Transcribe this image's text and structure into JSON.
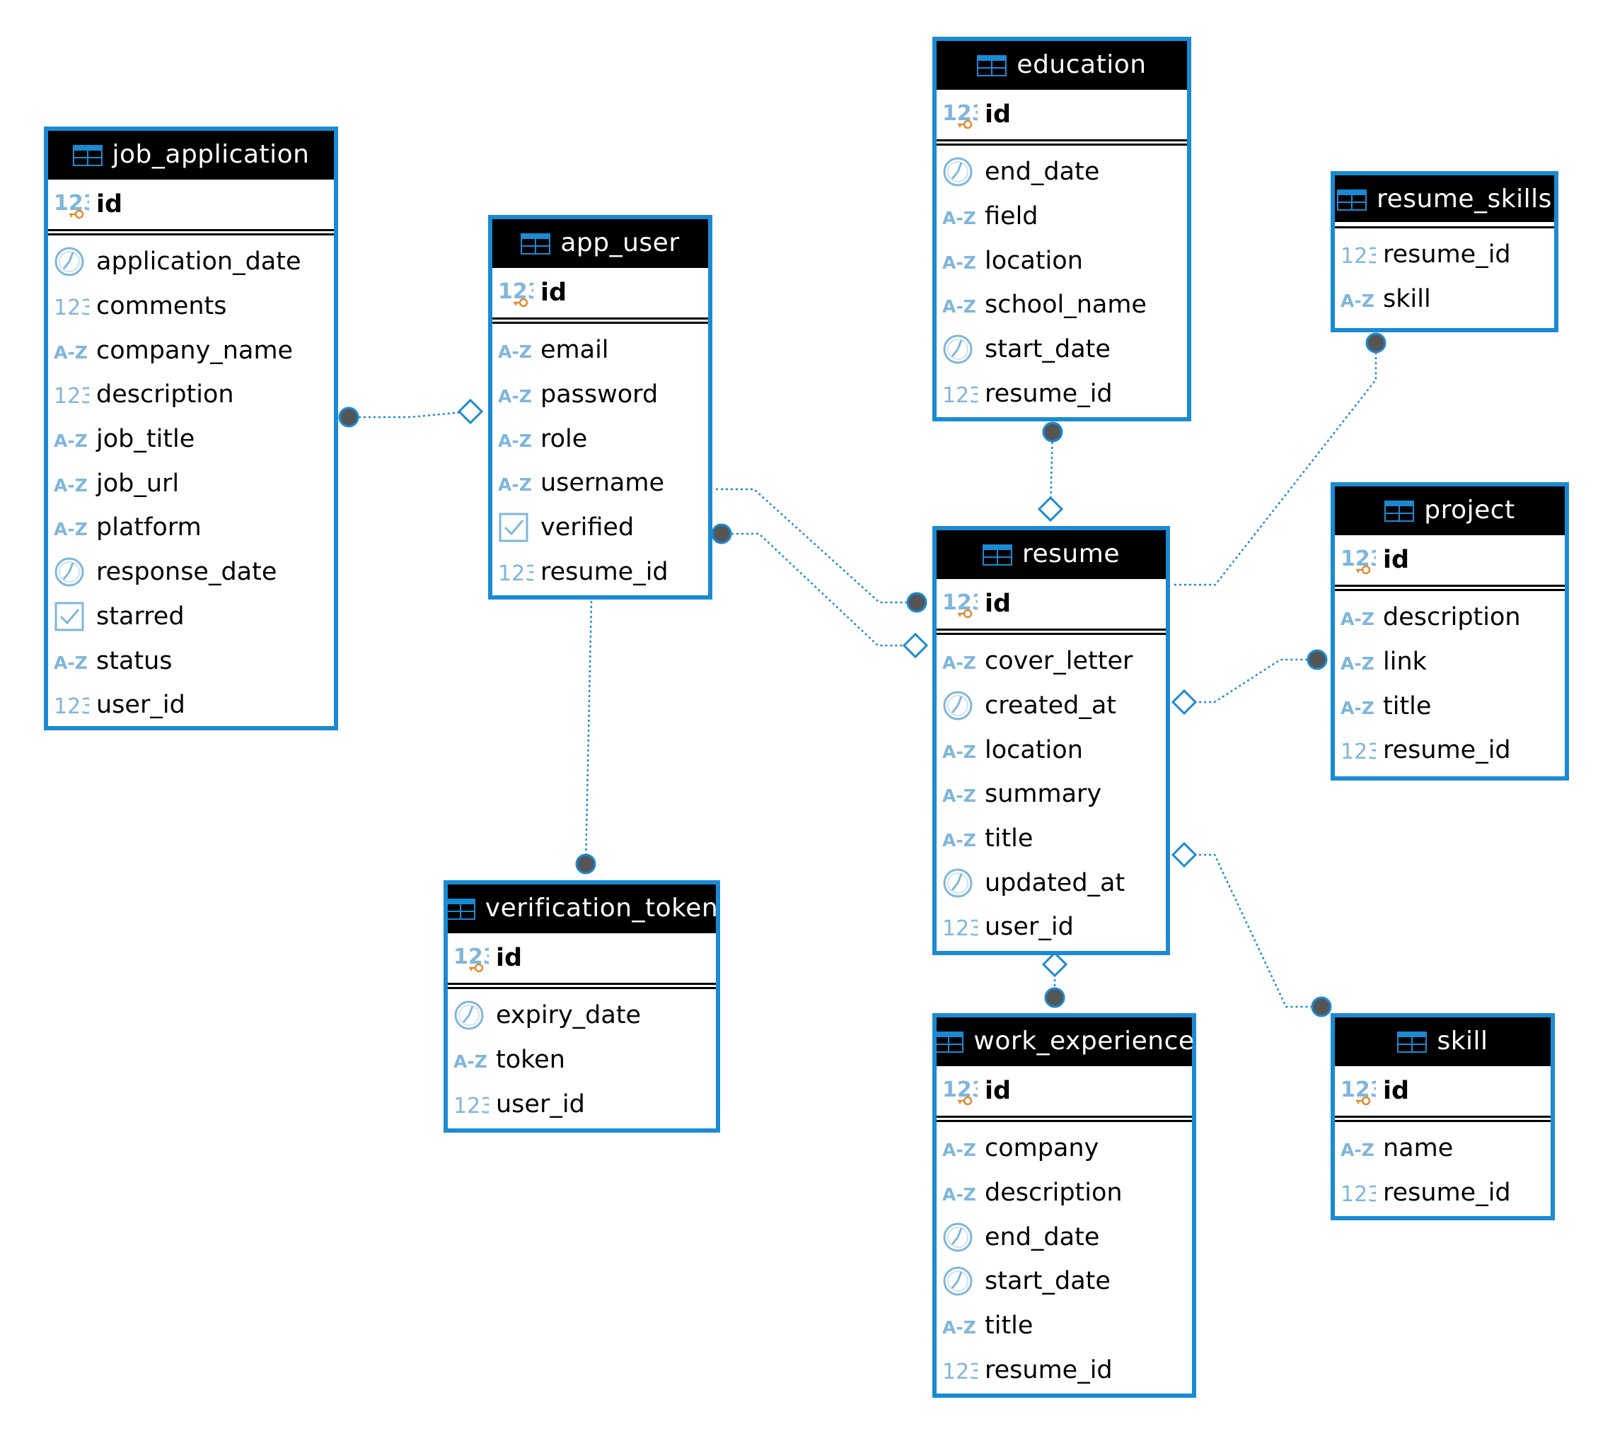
{
  "colors": {
    "border": "#1a8ad4",
    "header_bg": "#000000",
    "header_text": "#ffffff",
    "link_line": "#1a8ad4",
    "endpoint_dot": "#555555"
  },
  "entities": {
    "job_application": {
      "title": "job_application",
      "pk": {
        "name": "id",
        "type": "pk-numeric-icon"
      },
      "columns": [
        {
          "name": "application_date",
          "type": "date-icon"
        },
        {
          "name": "comments",
          "type": "numeric-icon"
        },
        {
          "name": "company_name",
          "type": "text-icon"
        },
        {
          "name": "description",
          "type": "numeric-icon"
        },
        {
          "name": "job_title",
          "type": "text-icon"
        },
        {
          "name": "job_url",
          "type": "text-icon"
        },
        {
          "name": "platform",
          "type": "text-icon"
        },
        {
          "name": "response_date",
          "type": "date-icon"
        },
        {
          "name": "starred",
          "type": "boolean-icon"
        },
        {
          "name": "status",
          "type": "text-icon"
        },
        {
          "name": "user_id",
          "type": "numeric-icon"
        }
      ]
    },
    "app_user": {
      "title": "app_user",
      "pk": {
        "name": "id",
        "type": "pk-numeric-icon"
      },
      "columns": [
        {
          "name": "email",
          "type": "text-icon"
        },
        {
          "name": "password",
          "type": "text-icon"
        },
        {
          "name": "role",
          "type": "text-icon"
        },
        {
          "name": "username",
          "type": "text-icon"
        },
        {
          "name": "verified",
          "type": "boolean-icon"
        },
        {
          "name": "resume_id",
          "type": "numeric-icon"
        }
      ]
    },
    "education": {
      "title": "education",
      "pk": {
        "name": "id",
        "type": "pk-numeric-icon"
      },
      "columns": [
        {
          "name": "end_date",
          "type": "date-icon"
        },
        {
          "name": "field",
          "type": "text-icon"
        },
        {
          "name": "location",
          "type": "text-icon"
        },
        {
          "name": "school_name",
          "type": "text-icon"
        },
        {
          "name": "start_date",
          "type": "date-icon"
        },
        {
          "name": "resume_id",
          "type": "numeric-icon"
        }
      ]
    },
    "resume_skills": {
      "title": "resume_skills",
      "columns": [
        {
          "name": "resume_id",
          "type": "numeric-icon"
        },
        {
          "name": "skill",
          "type": "text-icon"
        }
      ]
    },
    "resume": {
      "title": "resume",
      "pk": {
        "name": "id",
        "type": "pk-numeric-icon"
      },
      "columns": [
        {
          "name": "cover_letter",
          "type": "text-icon"
        },
        {
          "name": "created_at",
          "type": "date-icon"
        },
        {
          "name": "location",
          "type": "text-icon"
        },
        {
          "name": "summary",
          "type": "text-icon"
        },
        {
          "name": "title",
          "type": "text-icon"
        },
        {
          "name": "updated_at",
          "type": "date-icon"
        },
        {
          "name": "user_id",
          "type": "numeric-icon"
        }
      ]
    },
    "project": {
      "title": "project",
      "pk": {
        "name": "id",
        "type": "pk-numeric-icon"
      },
      "columns": [
        {
          "name": "description",
          "type": "text-icon"
        },
        {
          "name": "link",
          "type": "text-icon"
        },
        {
          "name": "title",
          "type": "text-icon"
        },
        {
          "name": "resume_id",
          "type": "numeric-icon"
        }
      ]
    },
    "verification_token": {
      "title": "verification_token",
      "pk": {
        "name": "id",
        "type": "pk-numeric-icon"
      },
      "columns": [
        {
          "name": "expiry_date",
          "type": "date-icon"
        },
        {
          "name": "token",
          "type": "text-icon"
        },
        {
          "name": "user_id",
          "type": "numeric-icon"
        }
      ]
    },
    "work_experience": {
      "title": "work_experience",
      "pk": {
        "name": "id",
        "type": "pk-numeric-icon"
      },
      "columns": [
        {
          "name": "company",
          "type": "text-icon"
        },
        {
          "name": "description",
          "type": "text-icon"
        },
        {
          "name": "end_date",
          "type": "date-icon"
        },
        {
          "name": "start_date",
          "type": "date-icon"
        },
        {
          "name": "title",
          "type": "text-icon"
        },
        {
          "name": "resume_id",
          "type": "numeric-icon"
        }
      ]
    },
    "skill": {
      "title": "skill",
      "pk": {
        "name": "id",
        "type": "pk-numeric-icon"
      },
      "columns": [
        {
          "name": "name",
          "type": "text-icon"
        },
        {
          "name": "resume_id",
          "type": "numeric-icon"
        }
      ]
    }
  },
  "relationships": [
    {
      "from": "job_application",
      "to": "app_user"
    },
    {
      "from": "app_user",
      "to": "resume"
    },
    {
      "from": "resume",
      "to": "app_user"
    },
    {
      "from": "verification_token",
      "to": "app_user"
    },
    {
      "from": "education",
      "to": "resume"
    },
    {
      "from": "resume_skills",
      "to": "resume"
    },
    {
      "from": "project",
      "to": "resume"
    },
    {
      "from": "skill",
      "to": "resume"
    },
    {
      "from": "work_experience",
      "to": "resume"
    }
  ]
}
